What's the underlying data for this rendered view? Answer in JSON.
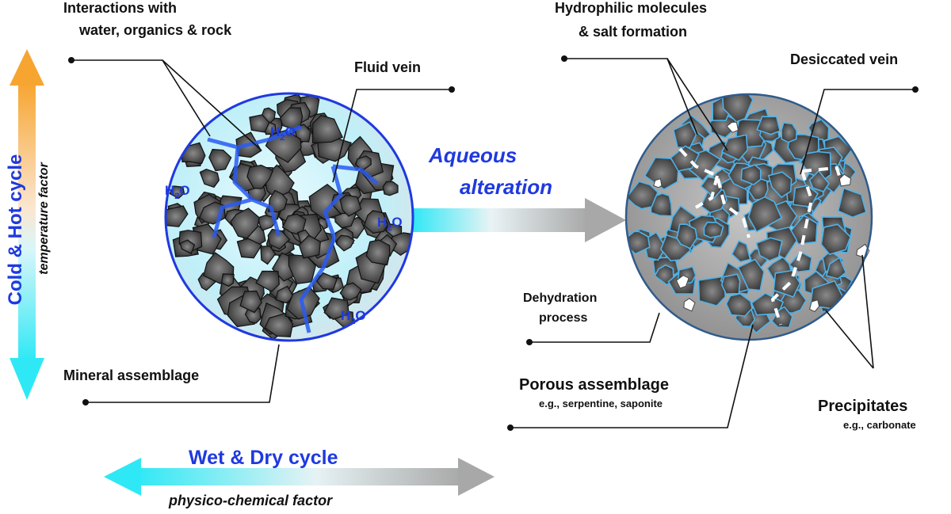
{
  "labels": {
    "interactions_line1": "Interactions with",
    "interactions_line2": "water, organics & rock",
    "fluid_vein": "Fluid vein",
    "h2o": "H2O",
    "mineral_assemblage": "Mineral assemblage",
    "aqueous_line1": "Aqueous",
    "aqueous_line2": "alteration",
    "hydrophilic_line1": "Hydrophilic molecules",
    "hydrophilic_line2": "& salt formation",
    "desiccated_vein": "Desiccated vein",
    "dehydration_line1": "Dehydration",
    "dehydration_line2": "process",
    "porous_assemblage": "Porous assemblage",
    "porous_example": "e.g., serpentine, saponite",
    "precipitates": "Precipitates",
    "precipitates_example": "e.g., carbonate",
    "cold_hot_cycle": "Cold & Hot cycle",
    "temperature_factor": "temperature factor",
    "wet_dry_cycle": "Wet & Dry cycle",
    "physico_chemical_factor": "physico-chemical factor"
  },
  "colors": {
    "accent_blue": "#1f39e0",
    "cyan": "#2fe8f5",
    "orange": "#f7a531",
    "grey_arrow": "#a8a8a8",
    "grain_dark": "#3c3c3c",
    "vein_blue": "#2a5bf0"
  }
}
